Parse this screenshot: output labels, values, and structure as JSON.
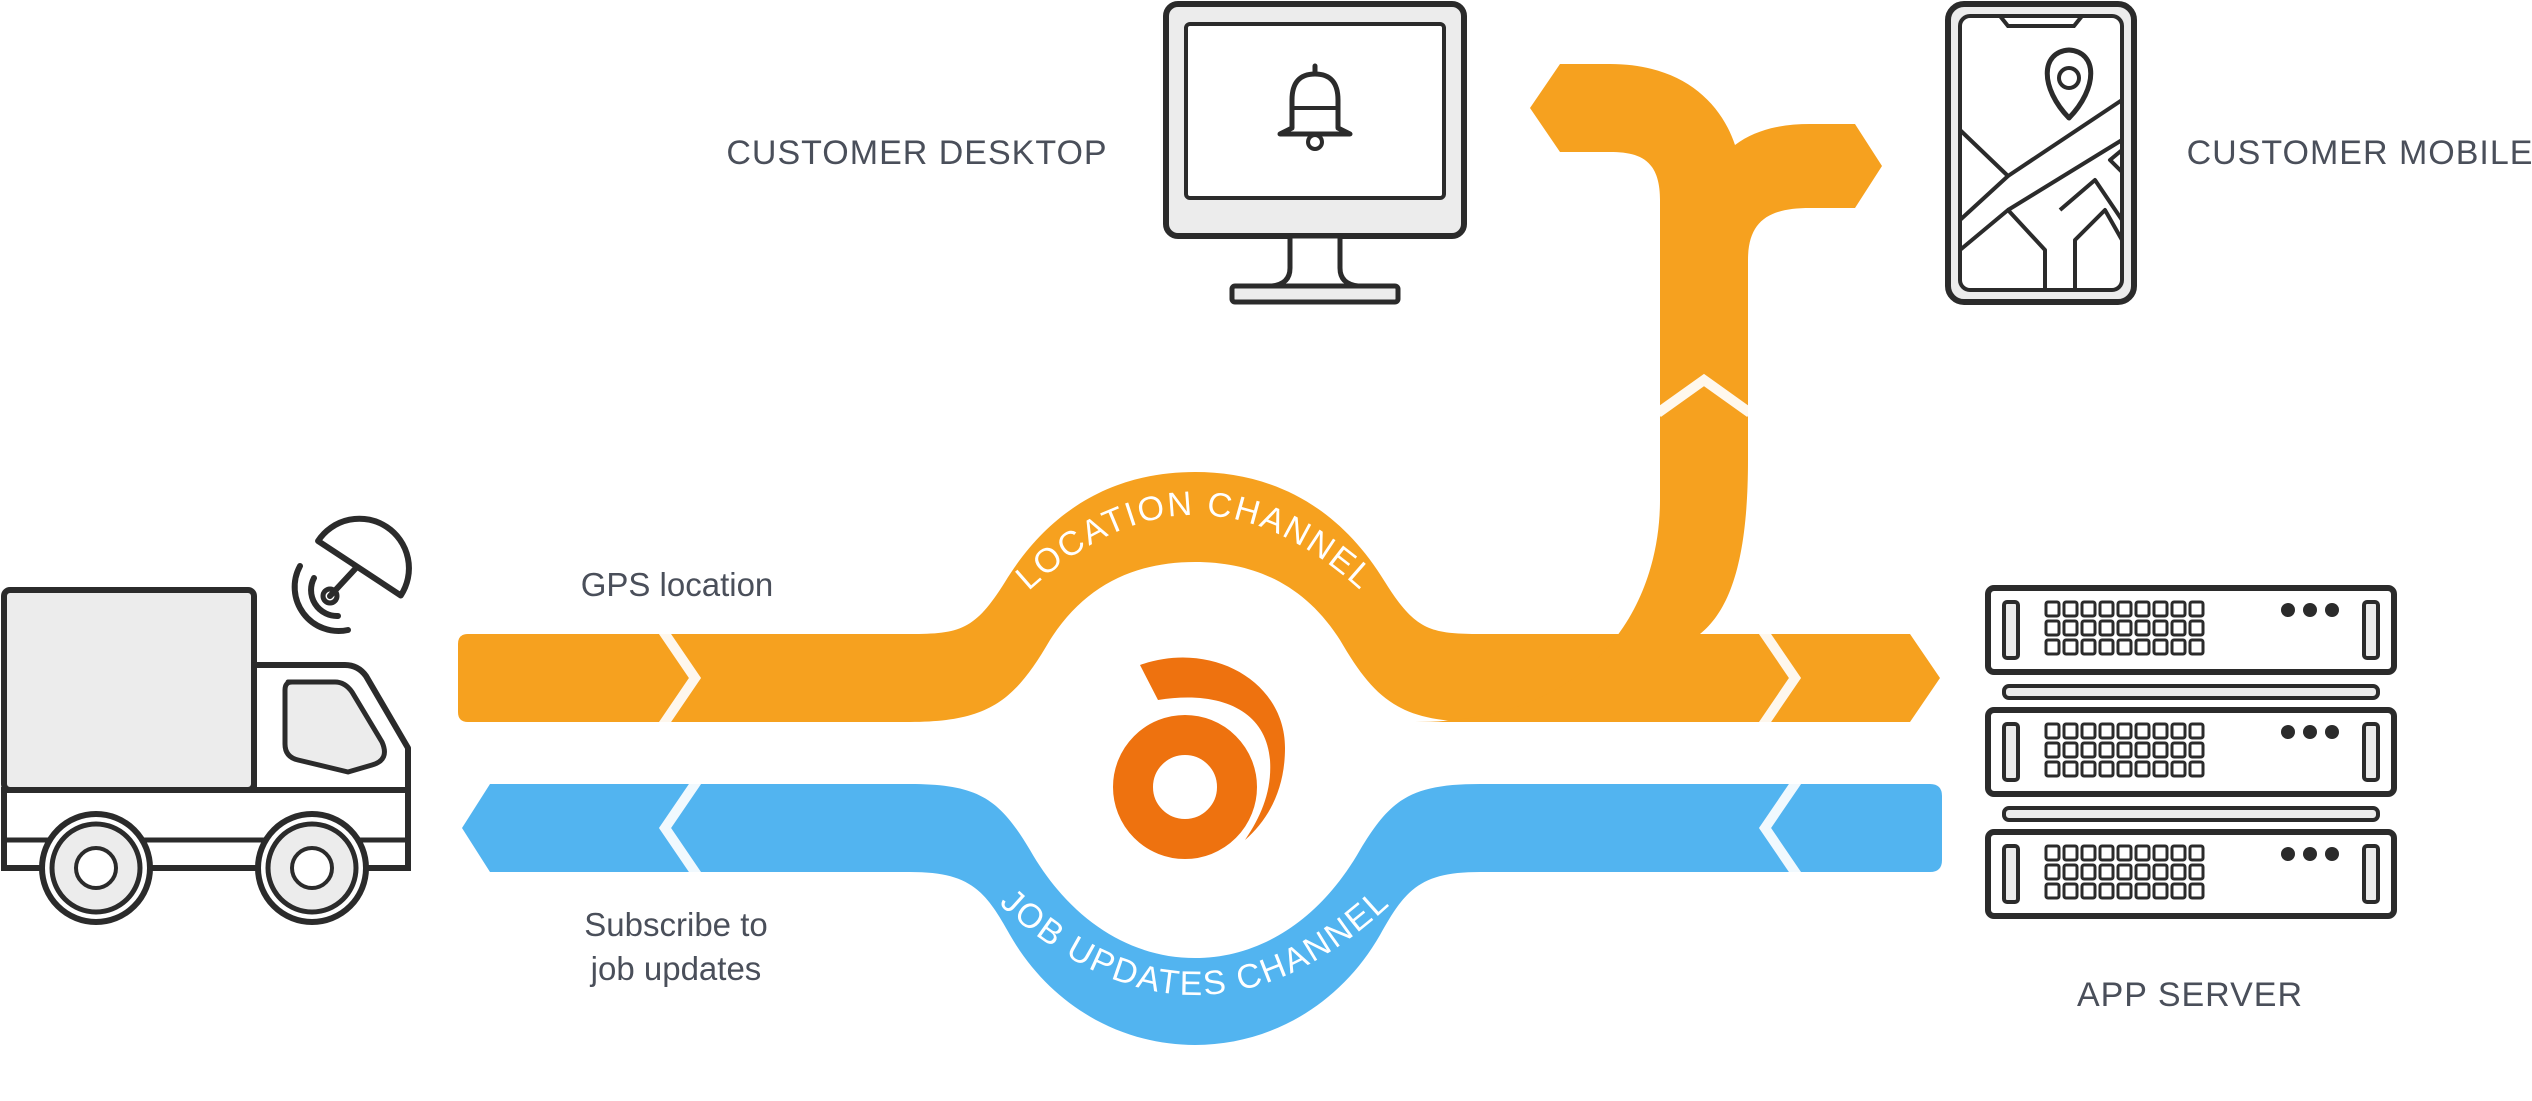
{
  "labels": {
    "customer_desktop": "CUSTOMER DESKTOP",
    "customer_mobile": "CUSTOMER MOBILE",
    "gps_location": "GPS location",
    "subscribe_line1": "Subscribe to",
    "subscribe_line2": "job updates",
    "app_server": "APP SERVER",
    "location_channel": "LOCATION CHANNEL",
    "job_updates_channel": "JOB UPDATES CHANNEL"
  },
  "colors": {
    "location_channel": "#F6A11F",
    "job_updates_channel": "#52B4F0",
    "logo": "#EE720F",
    "outline": "#2B2B2B",
    "label": "#4A4F5A",
    "device_fill": "#ECECEC"
  },
  "icons": {
    "truck": "truck-icon",
    "satellite": "satellite-dish-icon",
    "desktop": "desktop-monitor-icon",
    "bell": "bell-icon",
    "mobile": "mobile-phone-icon",
    "map_pin": "map-pin-icon",
    "server": "server-rack-icon",
    "logo": "ably-logo-icon"
  }
}
